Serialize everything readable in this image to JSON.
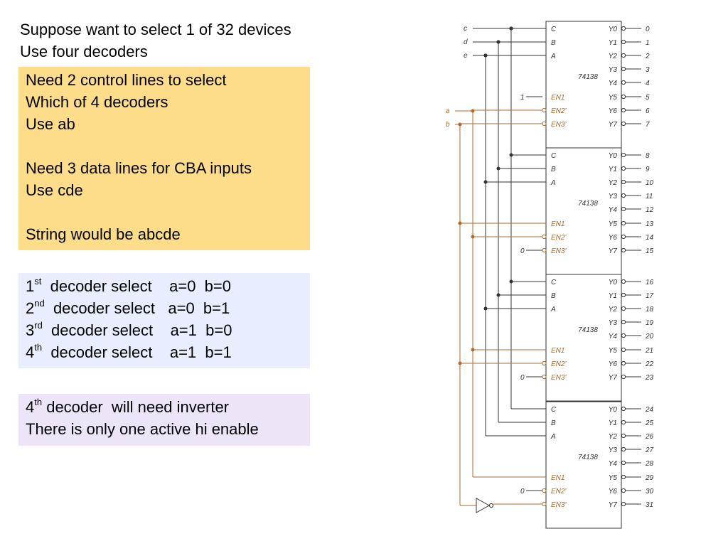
{
  "intro": {
    "line1": "Suppose want to select 1 of 32 devices",
    "line2": "Use four decoders"
  },
  "control_box": {
    "line1": "Need 2 control lines to select",
    "line2": "Which of 4 decoders",
    "line3": "Use ab",
    "line4": "Need 3 data lines for CBA inputs",
    "line5": "Use cde",
    "line6": "String would be abcde"
  },
  "select_box": {
    "rows": [
      {
        "num": "1",
        "suffix": "st",
        "text": "  decoder select    a=0  b=0"
      },
      {
        "num": "2",
        "suffix": "nd",
        "text": "  decoder select   a=0  b=1"
      },
      {
        "num": "3",
        "suffix": "rd",
        "text": "  decoder select    a=1  b=0"
      },
      {
        "num": "4",
        "suffix": "th",
        "text": "  decoder select    a=1  b=1"
      }
    ]
  },
  "inverter_box": {
    "num": "4",
    "suffix": "th",
    "line1_rest": " decoder  will need inverter",
    "line2": "There is only one active hi enable"
  },
  "diagram": {
    "chip_label": "74138",
    "input_labels": [
      "c",
      "d",
      "e",
      "a",
      "b"
    ],
    "left_pins": [
      "C",
      "B",
      "A",
      "EN1",
      "EN2'",
      "EN3'"
    ],
    "right_pins": [
      "Y0",
      "Y1",
      "Y2",
      "Y3",
      "Y4",
      "Y5",
      "Y6",
      "Y7"
    ],
    "constant_labels": [
      "1",
      "0",
      "0",
      "0"
    ],
    "output_numbers": [
      "0",
      "1",
      "2",
      "3",
      "4",
      "5",
      "6",
      "7",
      "8",
      "9",
      "10",
      "11",
      "12",
      "13",
      "14",
      "15",
      "16",
      "17",
      "18",
      "19",
      "20",
      "21",
      "22",
      "23",
      "24",
      "25",
      "26",
      "27",
      "28",
      "29",
      "30",
      "31"
    ],
    "colors": {
      "wire": "#333333",
      "enable_wire": "#b06a2a",
      "enable_text": "#b06a2a"
    }
  }
}
